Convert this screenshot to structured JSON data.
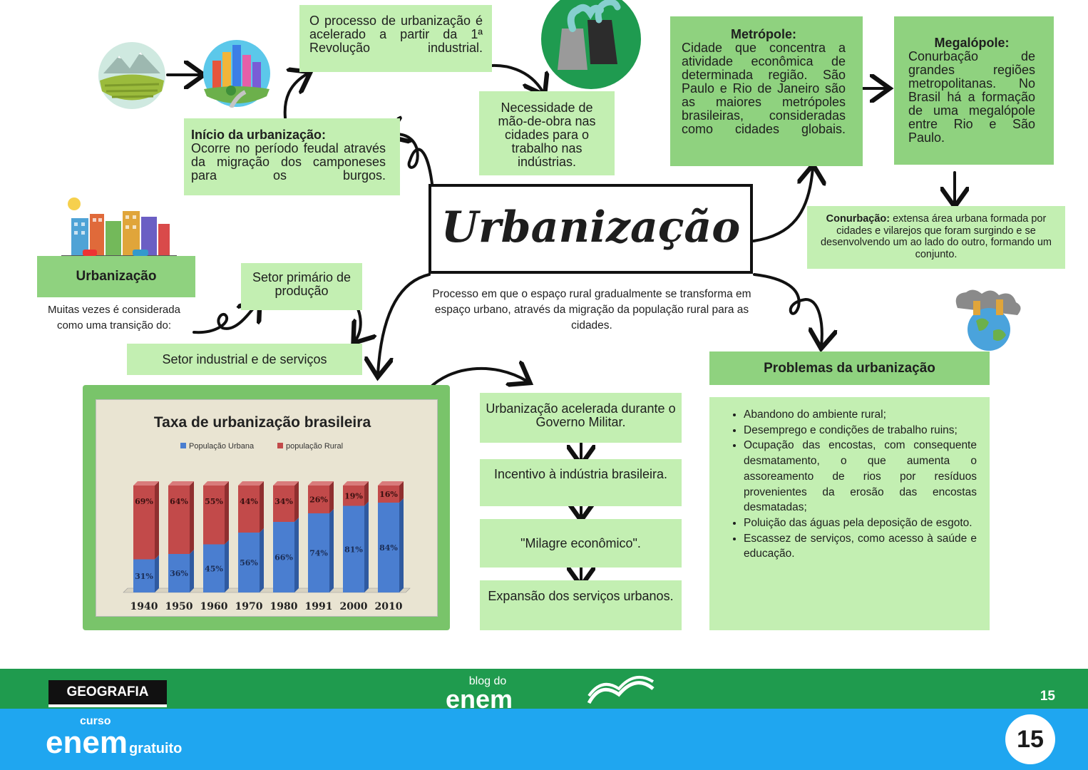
{
  "colors": {
    "light_green": "#c3efb2",
    "mid_green": "#8fd27f",
    "footer_green": "#1f9b4e",
    "footer_blue": "#1fa6f0",
    "urban_bar": "#4a7ed0",
    "rural_bar": "#c24a4a"
  },
  "center": {
    "title": "Urbanização",
    "description": "Processo em que o espaço rural gradualmente se transforma em espaço urbano, através da migração da população rural para as cidades."
  },
  "processo_box": {
    "text": "O processo de urbanização é acelerado a partir da 1ª Revolução industrial."
  },
  "inicio_box": {
    "title": "Início da urbanização:",
    "text": "Ocorre no período feudal através da migração dos camponeses para os burgos."
  },
  "mao_de_obra_box": {
    "text": "Necessidade de mão-de-obra nas cidades para o trabalho nas indústrias."
  },
  "metropole_box": {
    "title": "Metrópole:",
    "text": "Cidade que concentra a atividade econômica de determinada região. São Paulo e Rio de Janeiro são as maiores metrópoles brasileiras, consideradas como cidades globais."
  },
  "megalopole_box": {
    "title": "Megalópole:",
    "text": "Conurbação de grandes regiões metropolitanas. No Brasil há a formação de uma megalópole entre Rio e São Paulo."
  },
  "conurbacao_box": {
    "title": "Conurbação:",
    "text": " extensa área urbana formada por cidades e vilarejos que foram surgindo e se desenvolvendo um ao lado do outro, formando um conjunto."
  },
  "urbanizacao_side": {
    "label": "Urbanização",
    "text": "Muitas vezes é considerada como uma transição do:"
  },
  "setor_primario": {
    "text": "Setor primário de produção"
  },
  "setor_industrial": {
    "text": "Setor industrial e de serviços"
  },
  "flow": [
    {
      "text": "Urbanização acelerada durante o Governo Militar."
    },
    {
      "text": "Incentivo à indústria brasileira."
    },
    {
      "text": "\"Milagre econômico\"."
    },
    {
      "text": "Expansão dos serviços urbanos."
    }
  ],
  "problemas": {
    "title": "Problemas da urbanização",
    "items": [
      "Abandono do ambiente rural;",
      "Desemprego e condições de trabalho ruins;",
      "Ocupação das encostas, com consequente desmatamento, o que aumenta o assoreamento de rios por resíduos provenientes da erosão das encostas desmatadas;",
      "Poluição das águas pela deposição de esgoto.",
      "Escassez de serviços, como acesso à saúde e educação."
    ]
  },
  "chart_data": {
    "type": "bar",
    "title": "Taxa de urbanização brasileira",
    "categories": [
      "1940",
      "1950",
      "1960",
      "1970",
      "1980",
      "1991",
      "2000",
      "2010"
    ],
    "series": [
      {
        "name": "População Urbana",
        "values": [
          31,
          36,
          45,
          56,
          66,
          74,
          81,
          84
        ],
        "labels": [
          "31%",
          "36%",
          "45%",
          "56%",
          "66%",
          "74%",
          "81%",
          "84%"
        ],
        "color": "#4a7ed0"
      },
      {
        "name": "população Rural",
        "values": [
          69,
          64,
          55,
          44,
          34,
          26,
          19,
          16
        ],
        "labels": [
          "69%",
          "64%",
          "55%",
          "44%",
          "34%",
          "26%",
          "19%",
          "16%"
        ],
        "color": "#c24a4a"
      }
    ],
    "stacked": true,
    "ylim": [
      0,
      100
    ],
    "legend": "top"
  },
  "footer": {
    "subject": "GEOGRAFIA",
    "blog_top": "blog do",
    "blog_bottom": "enem",
    "page_small": "15",
    "curso": "curso",
    "enem": "enem",
    "gratuito": "gratuito",
    "page_big": "15"
  }
}
